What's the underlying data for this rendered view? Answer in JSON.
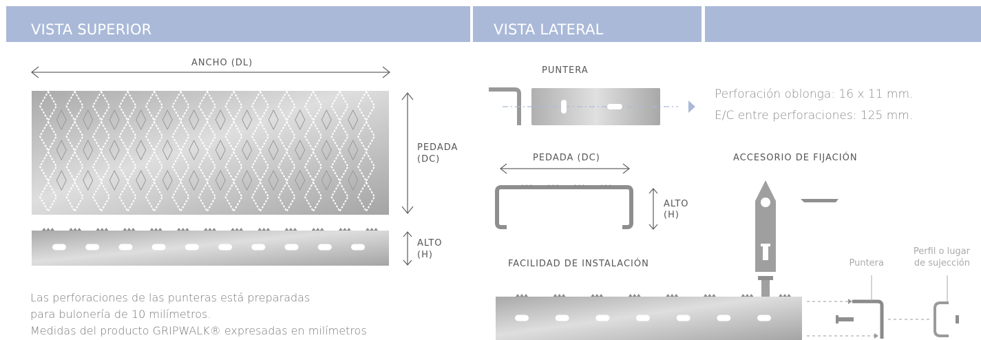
{
  "headers": {
    "top_view": "VISTA SUPERIOR",
    "side_view": "VISTA LATERAL",
    "third": ""
  },
  "top_view": {
    "width_label": "ANCHO (DL)",
    "depth_label_1": "PEDADA",
    "depth_label_2": "(DC)",
    "height_label_1": "ALTO",
    "height_label_2": "(H)"
  },
  "notes": [
    "Las perforaciones de las punteras está preparadas",
    "para bulonería de 10 milímetros.",
    "Medidas del producto GRIPWALK® expresadas en milímetros"
  ],
  "side_view": {
    "nose_label": "PUNTERA",
    "spec_1": "Perforación oblonga: 16 x 11 mm.",
    "spec_2": "E/C entre perforaciones: 125 mm.",
    "tread_label": "PEDADA (DC)",
    "height_label_1": "ALTO",
    "height_label_2": "(H)",
    "fixing_label": "ACCESORIO DE FIJACIÓN",
    "install_label": "FACILIDAD DE INSTALACIÓN",
    "nose_small": "Puntera",
    "profile_small_1": "Perfil o lugar",
    "profile_small_2": "de sujección"
  },
  "colors": {
    "header_bg": "#aab9d8",
    "metal_light": "#dcdcdc",
    "metal_dark": "#a9a9a9",
    "arrow": "#666666",
    "accent_arrow": "#aab9d8"
  }
}
